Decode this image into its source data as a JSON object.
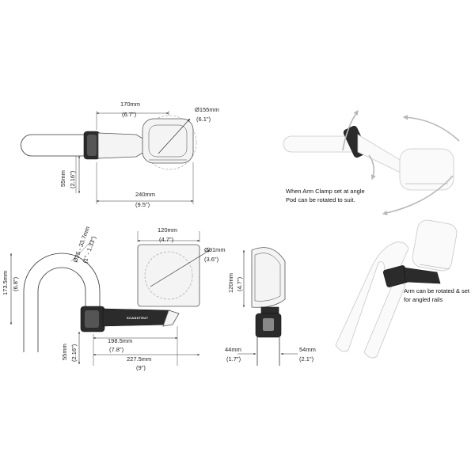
{
  "view_top": {
    "width_170": "170mm",
    "width_170_in": "(6.7\")",
    "diameter_155": "Ø155mm",
    "diameter_155_in": "(6.1\")",
    "height_55": "55mm",
    "height_55_in": "(2.16\")",
    "width_240": "240mm",
    "width_240_in": "(9.5\")"
  },
  "view_angled": {
    "note_line1": "When Arm Clamp set at angle",
    "note_line2": "Pod can be rotated to suit."
  },
  "view_front": {
    "rail_dia": "Ø25 - 33.7mm",
    "rail_dia_in": "(1\" - 1.33\")",
    "height_173": "173.5mm",
    "height_173_in": "(6.8\")",
    "width_120": "120mm",
    "width_120_in": "(4.7\")",
    "diameter_91": "Ø91mm",
    "diameter_91_in": "(3.6\")",
    "height_55": "55mm",
    "height_55_in": "(2.16\")",
    "reach_198": "198.5mm",
    "reach_198_in": "(7.8\")",
    "reach_227": "227.5mm",
    "reach_227_in": "(9\")",
    "brand": "SCANSTRUT"
  },
  "view_side": {
    "height_120": "120mm",
    "height_120_in": "(4.7\")",
    "depth_44": "44mm",
    "depth_44_in": "(1.7\")",
    "depth_54": "54mm",
    "depth_54_in": "(2.1\")"
  },
  "view_iso": {
    "note_line1": "Arm can be rotated & set",
    "note_line2": "for angled rails"
  }
}
